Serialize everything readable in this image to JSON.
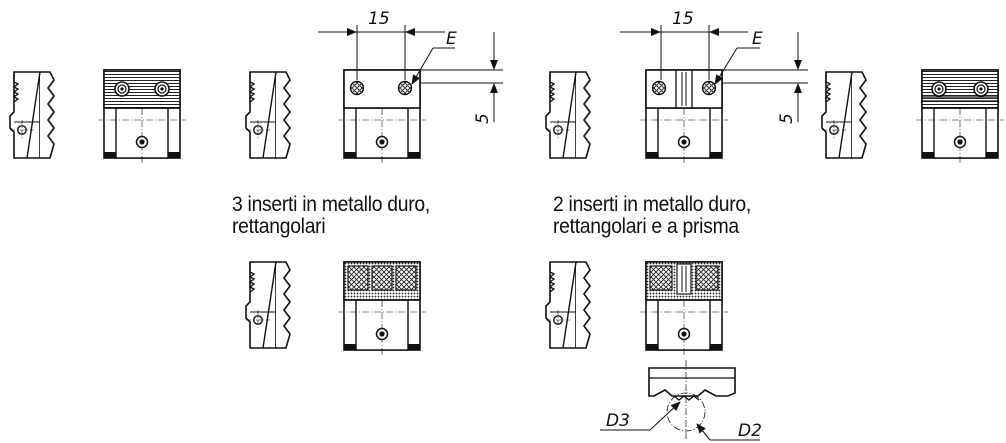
{
  "captions": {
    "three_rect": {
      "line1": "3 inserti in metallo duro,",
      "line2": "rettangolari"
    },
    "two_rect_prism": {
      "line1": "2 inserti in metallo duro,",
      "line2": "rettangolari e a prisma"
    }
  },
  "dimensions": {
    "pitch_a": "15",
    "insert_a": "E",
    "offset_a": "5",
    "pitch_b": "15",
    "insert_b": "E",
    "offset_b": "5",
    "prism_d3": "D3",
    "prism_d2": "D2"
  }
}
